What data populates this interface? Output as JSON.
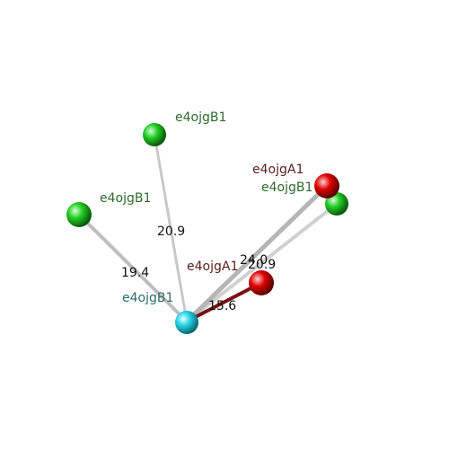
{
  "colors": {
    "center_atom": "#22d3e6",
    "chain_b_atom": "#22cc22",
    "chain_a_atom": "#e00000",
    "chain_b_label": "#2e6b2e",
    "chain_a_label": "#5a1f1f",
    "center_label": "#2f6b6b",
    "bond_grey": "#bdbdbd",
    "bond_red": "#7a1010"
  },
  "center": {
    "label": "e4ojgB1"
  },
  "neighbors": [
    {
      "label": "e4ojgB1",
      "chain": "B",
      "distance": "20.9"
    },
    {
      "label": "e4ojgB1",
      "chain": "B",
      "distance": "19.4"
    },
    {
      "label": "e4ojgB1",
      "chain": "B",
      "distance": "20.9"
    },
    {
      "label": "e4ojgA1",
      "chain": "A",
      "distance": "24.0"
    },
    {
      "label": "e4ojgA1",
      "chain": "A",
      "distance": "15.6"
    }
  ]
}
